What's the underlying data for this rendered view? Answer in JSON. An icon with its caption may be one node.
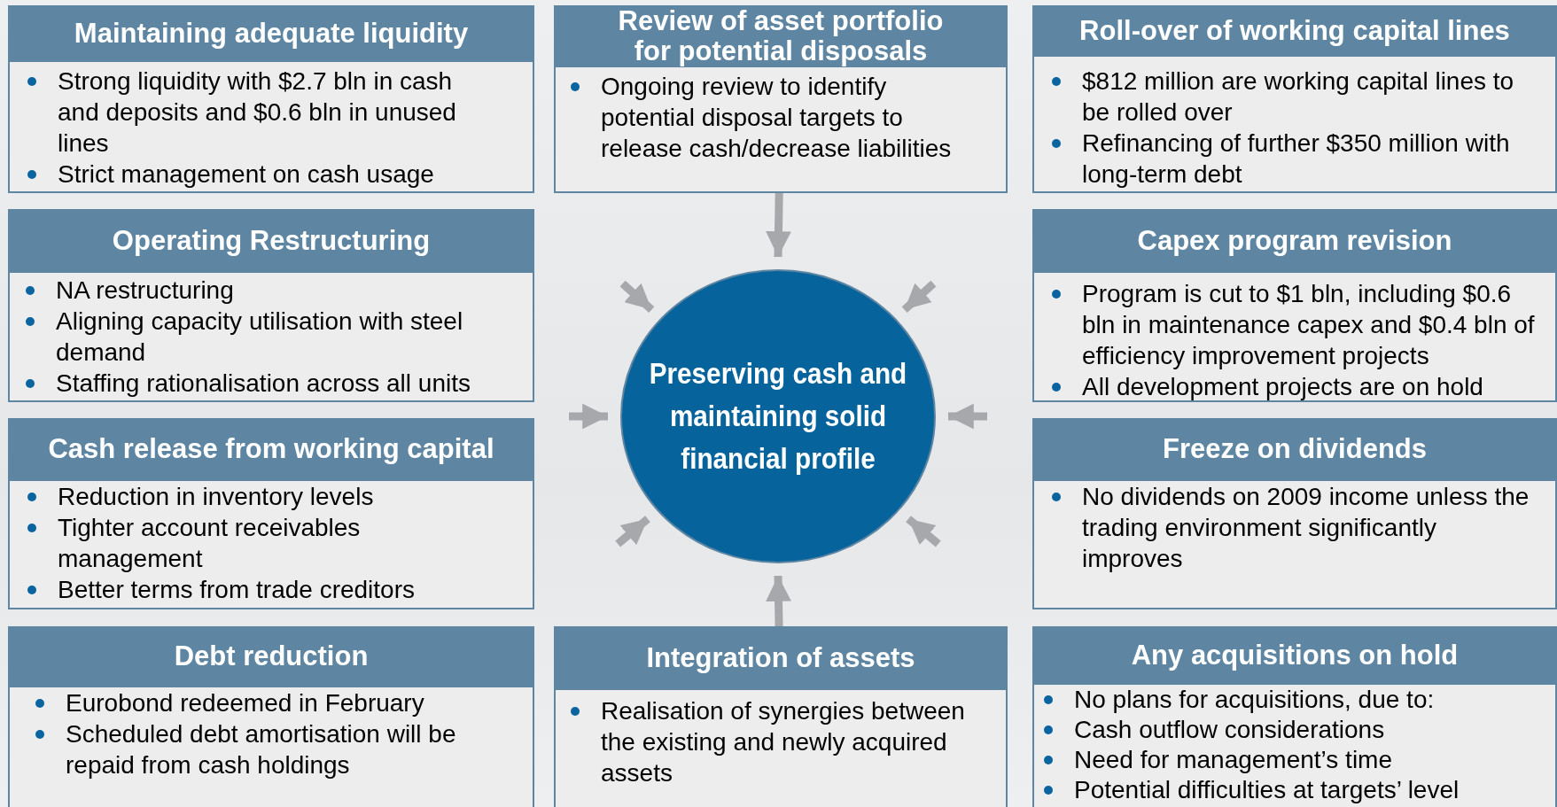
{
  "diagram": {
    "nodes": [
      {
        "text": [
          "Maintaining adequate liquidity",
          "Strong liquidity with $2.7 bln in cash and deposits and $0.6 bln in unused lines",
          "Strict management on cash usage"
        ]
      },
      {
        "text": [
          "Review of asset portfolio for potential disposals",
          "Ongoing review to identify potential disposal targets to release cash/decrease liabilities"
        ]
      },
      {
        "text": [
          "Roll-over of working capital lines",
          "$812 million are working capital lines to be rolled over",
          "Refinancing of further $350 million with long-term debt"
        ]
      },
      {
        "text": [
          "Operating Restructuring",
          "NA restructuring",
          "Aligning capacity utilisation with steel demand",
          "Staffing rationalisation across all units"
        ]
      },
      {
        "text": [
          "Preserving cash and maintaining solid financial profile"
        ]
      },
      {
        "text": [
          "Capex program revision",
          "Program is cut to $1 bln, including $0.6 bln in maintenance capex and $0.4 bln of efficiency improvement projects",
          "All development projects are on hold"
        ]
      },
      {
        "text": [
          "Cash release from working capital",
          "Reduction in inventory levels",
          "Tighter account receivables management",
          "Better terms from trade creditors"
        ]
      },
      {
        "text": [
          "Freeze on dividends",
          "No dividends on 2009 income unless the trading environment significantly improves"
        ]
      },
      {
        "text": [
          "Debt reduction",
          "Eurobond redeemed in February",
          "Scheduled debt amortisation will be repaid from cash holdings"
        ]
      },
      {
        "text": [
          "Integration of assets",
          "Realisation of synergies between the existing and newly acquired assets"
        ]
      },
      {
        "text": [
          "Any acquisitions on hold",
          "No plans for acquisitions, due to:",
          "Cash outflow considerations",
          "Need for management’s time",
          "Potential difficulties at targets’ level"
        ]
      }
    ],
    "edges": [
      {
        "from": 1,
        "to": 4,
        "arrow": "to"
      },
      {
        "from": null,
        "to": 4,
        "arrow": "to"
      },
      {
        "from": null,
        "to": 4,
        "arrow": "to"
      },
      {
        "from": null,
        "to": 4,
        "arrow": "to"
      },
      {
        "from": null,
        "to": 4,
        "arrow": "to"
      },
      {
        "from": null,
        "to": 4,
        "arrow": "to"
      },
      {
        "from": null,
        "to": 4,
        "arrow": "to"
      },
      {
        "from": 9,
        "to": 4,
        "arrow": "to"
      }
    ]
  }
}
